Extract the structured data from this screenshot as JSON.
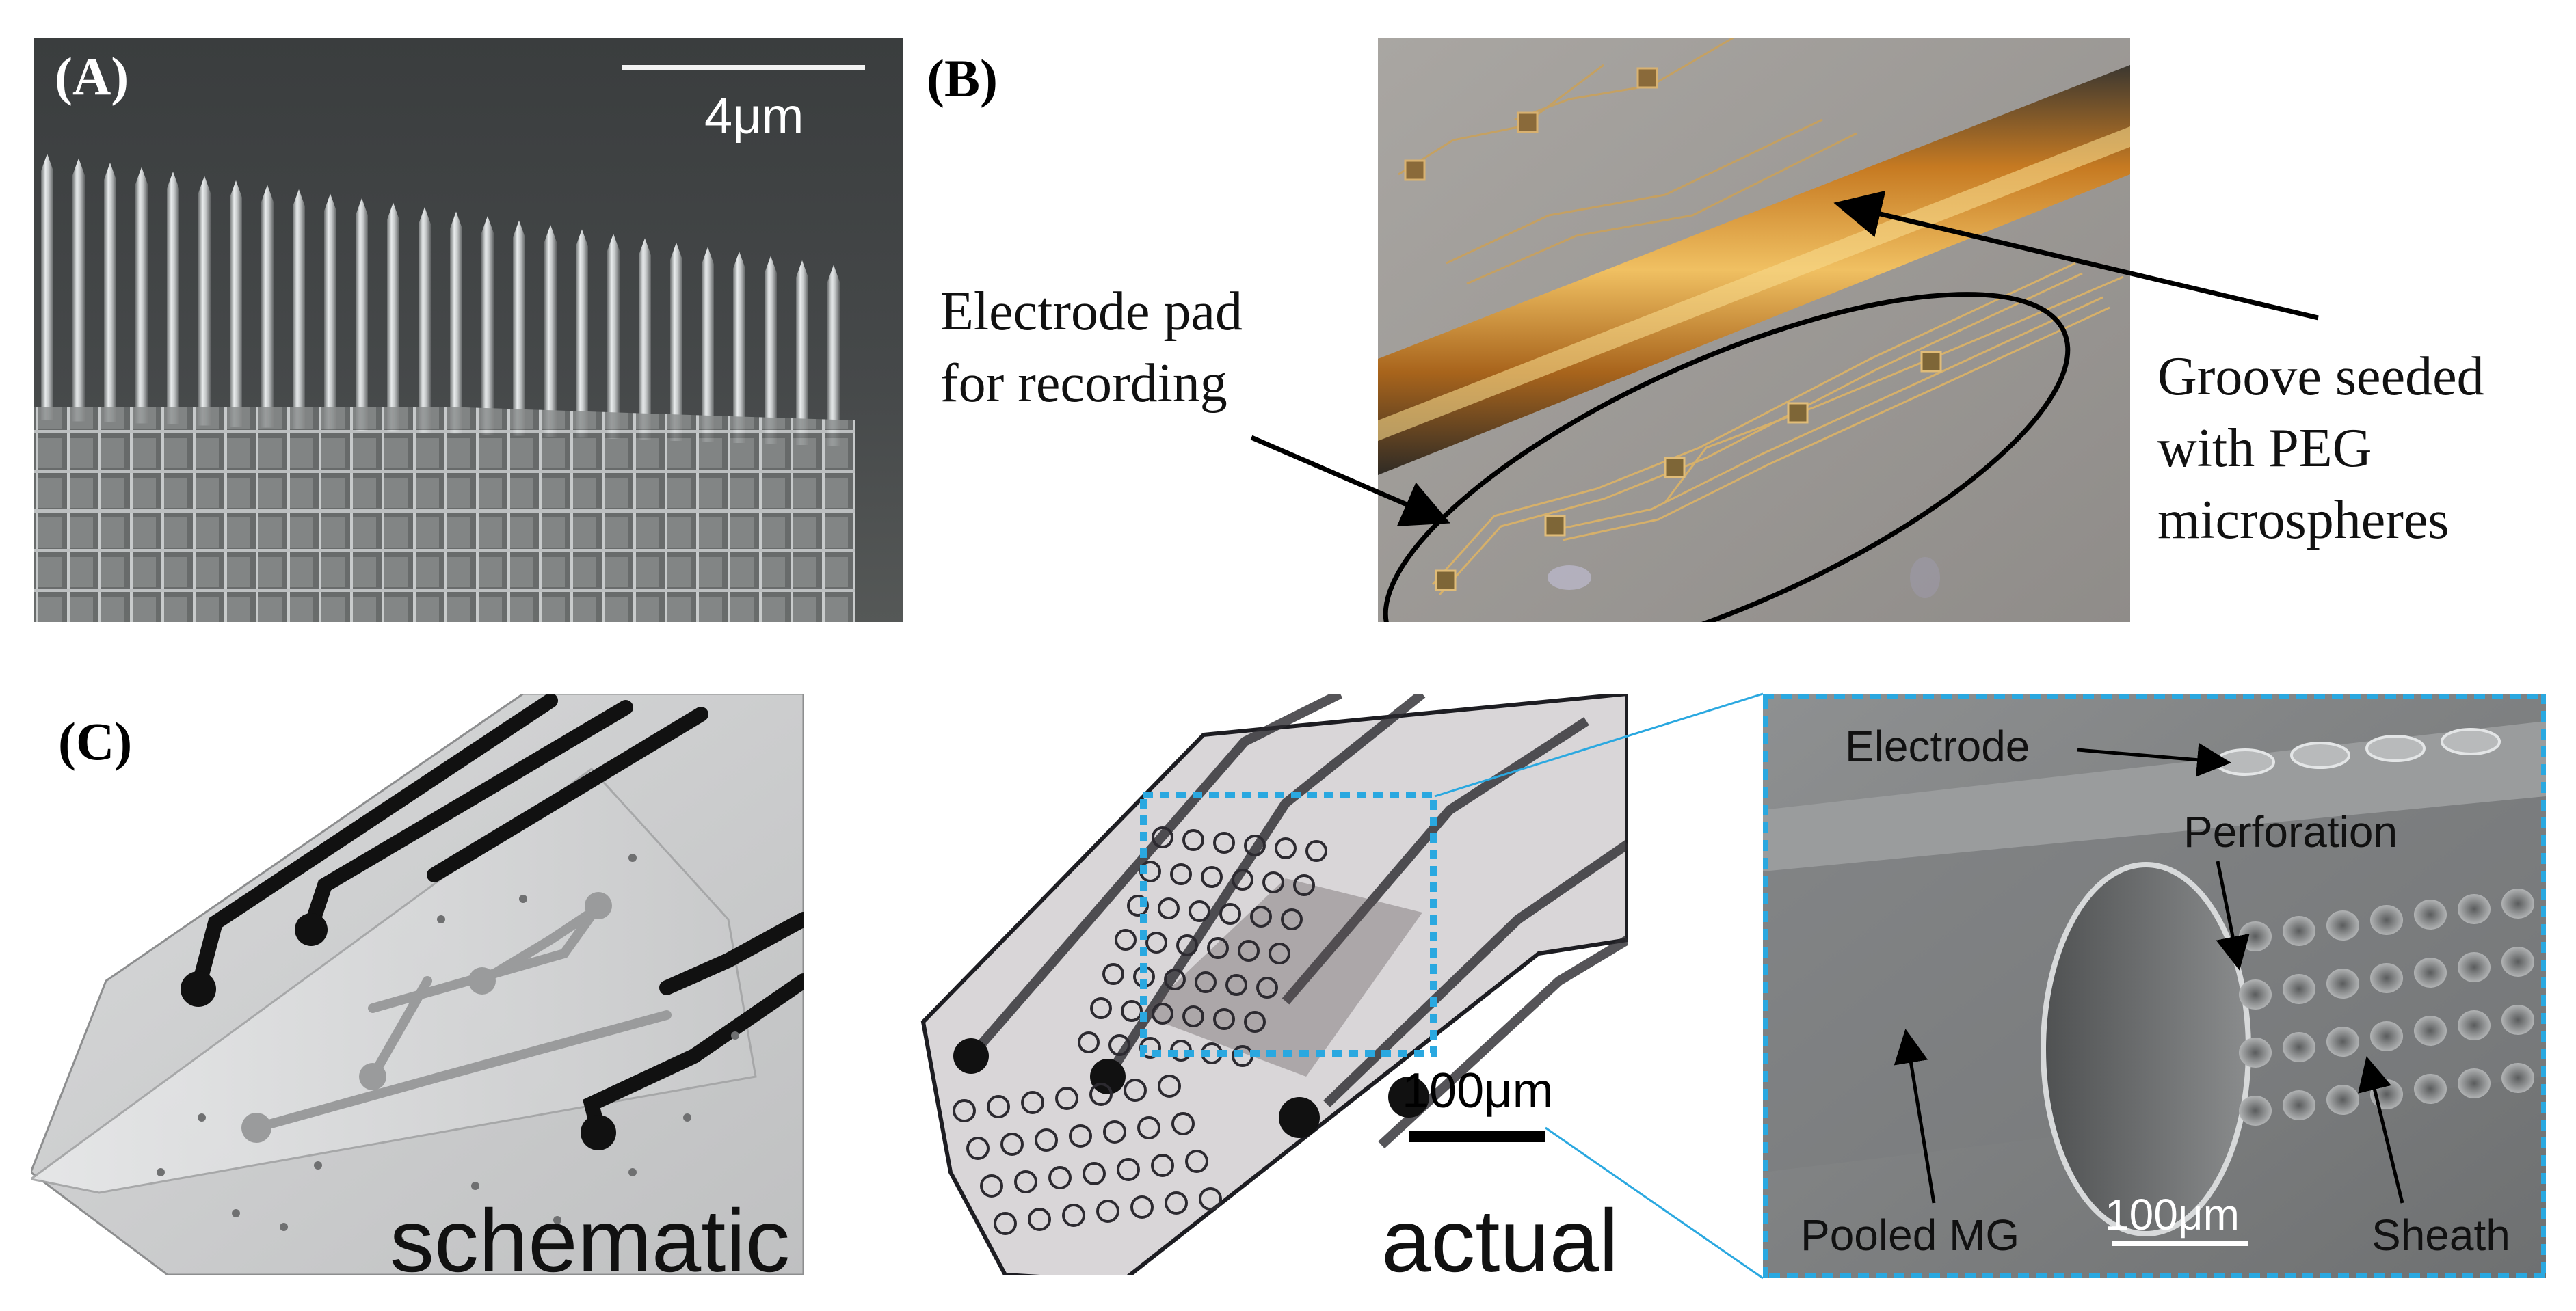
{
  "panels": {
    "a": {
      "label": "(A)",
      "scale_bar": "4μm"
    },
    "b": {
      "label": "(B)",
      "electrode_pad": [
        "Electrode pad",
        "for recording"
      ],
      "groove": [
        "Groove seeded",
        "with PEG",
        "microspheres"
      ]
    },
    "c": {
      "label": "(C)",
      "schematic_caption": "schematic",
      "actual_caption": "actual",
      "actual_scale": "100μm",
      "inset": {
        "electrode": "Electrode",
        "perforation": "Perforation",
        "pooled_mg": "Pooled MG",
        "sheath": "Sheath",
        "scale": "100μm"
      }
    }
  },
  "colors": {
    "inset_border": "#2aa8e0"
  }
}
